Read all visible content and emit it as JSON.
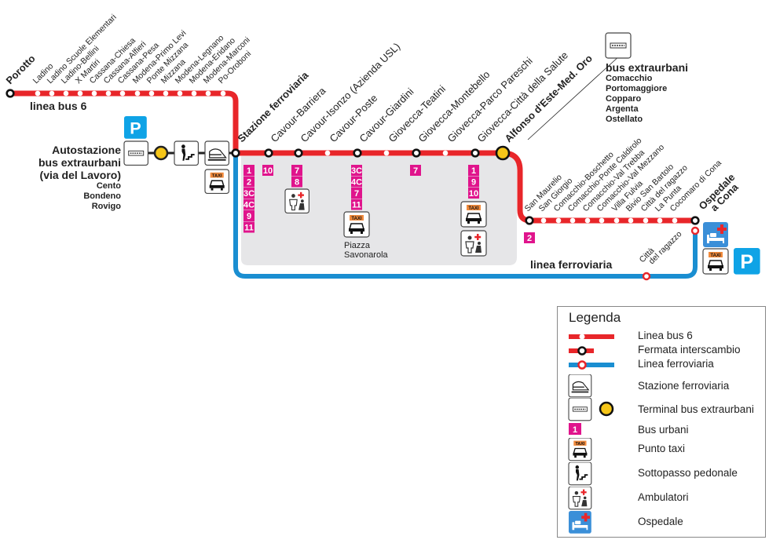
{
  "colors": {
    "bus_line": "#e8262a",
    "rail_line": "#1a8ed1",
    "terminal": "#f5c518",
    "bus_urban_badge": "#e0148c",
    "parking": "#0fa3e6",
    "area_fill": "#e6e6e8",
    "taxi_label": "#f08a3c"
  },
  "line_labels": {
    "bus": "linea bus 6",
    "rail": "linea ferroviaria"
  },
  "stops_west": {
    "terminus": "Porotto",
    "stops": [
      "Ladino",
      "Ladino Scuole Elementari",
      "Ladino-Bellini",
      "X Martiri",
      "Cassana-Chiesa",
      "Cassana-Alfieri",
      "Cassana-Pesa",
      "Modena-Primo Levi",
      "Ponte Mizzana",
      "Mizzana",
      "Modena-Legnano",
      "Modena-Eridano",
      "Modena-Marconi",
      "Po-Oroboni"
    ]
  },
  "stops_center": [
    {
      "name": "Stazione ferroviaria",
      "bold": true,
      "interchange": true
    },
    {
      "name": "Cavour-Barriera",
      "interchange": true
    },
    {
      "name": "Cavour-Isonzo (Azienda USL)",
      "interchange": true
    },
    {
      "name": "Cavour-Poste",
      "interchange": false
    },
    {
      "name": "Cavour-Giardini",
      "interchange": true
    },
    {
      "name": "Giovecca-Teatini",
      "interchange": false
    },
    {
      "name": "Giovecca-Montebello",
      "interchange": true
    },
    {
      "name": "Giovecca-Parco Pareschi",
      "interchange": false
    },
    {
      "name": "Giovecca-Città della Salute",
      "interchange": true
    },
    {
      "name": "Alfonso d'Este-Med. Oro",
      "bold": true,
      "terminal": true
    }
  ],
  "stops_east": {
    "stops": [
      "San Maurelio",
      "San Giorgio",
      "Comacchio-Boschetto",
      "Comacchio-Ponte Caldirolo",
      "Comacchio-Val Trebba",
      "Comacchio-Val Mezzano",
      "Villa Fulvia",
      "Bivio San Bartolo",
      "Città del ragazzo",
      "La Punta",
      "Cocomaro di Cona"
    ],
    "terminus_line1": "Ospedale",
    "terminus_line2": "a Cona"
  },
  "rail_stop": {
    "line1": "Città",
    "line2": "del ragazzo"
  },
  "autostazione": {
    "title_lines": [
      "Autostazione",
      "bus extraurbani",
      "(via del Lavoro)"
    ],
    "destinations": [
      "Cento",
      "Bondeno",
      "Rovigo"
    ]
  },
  "extraurbani_east": {
    "title": "bus extraurbani",
    "destinations": [
      "Comacchio",
      "Portomaggiore",
      "Copparo",
      "Argenta",
      "Ostellato"
    ]
  },
  "bus_urbani": {
    "stazione": [
      "1",
      "2",
      "3C",
      "4C",
      "9",
      "11"
    ],
    "cavour_barriera": [
      "10"
    ],
    "cavour_isonzo": [
      "7",
      "8"
    ],
    "cavour_giardini": [
      "3C",
      "4C",
      "7",
      "11"
    ],
    "giovecca_montebello": [
      "7"
    ],
    "giovecca_salute": [
      "1",
      "9",
      "10"
    ],
    "san_maurelio": [
      "2"
    ]
  },
  "piazza_label": [
    "Piazza",
    "Savonarola"
  ],
  "icons": {
    "parking": "P",
    "taxi": "TAXI"
  },
  "legend": {
    "title": "Legenda",
    "items": [
      {
        "icon": "bus-line-icon",
        "label": "Linea bus 6"
      },
      {
        "icon": "interchange-stop-icon",
        "label": "Fermata interscambio"
      },
      {
        "icon": "rail-line-icon",
        "label": "Linea ferroviaria"
      },
      {
        "icon": "train-station-icon",
        "label": "Stazione ferroviaria"
      },
      {
        "icon": "bus-terminal-icon",
        "label": "Terminal bus extraurbani"
      },
      {
        "icon": "urban-bus-badge-icon",
        "label": "Bus urbani",
        "badge": "1"
      },
      {
        "icon": "taxi-icon",
        "label": "Punto taxi"
      },
      {
        "icon": "pedestrian-underpass-icon",
        "label": "Sottopasso pedonale"
      },
      {
        "icon": "clinic-icon",
        "label": "Ambulatori"
      },
      {
        "icon": "hospital-icon",
        "label": "Ospedale"
      }
    ]
  }
}
